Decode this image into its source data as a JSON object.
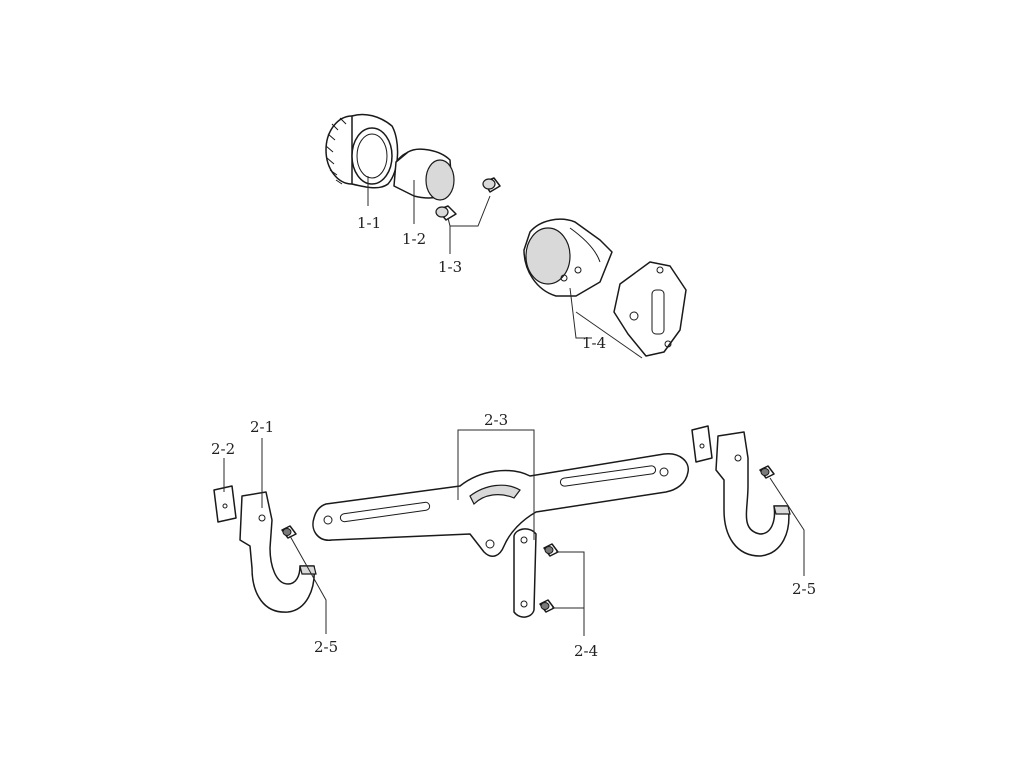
{
  "labels": {
    "l1_1": "1-1",
    "l1_2": "1-2",
    "l1_3": "1-3",
    "l1_4": "1-4",
    "l2_1": "2-1",
    "l2_2": "2-2",
    "l2_3": "2-3",
    "l2_4": "2-4",
    "l2_5_left": "2-5",
    "l2_5_right": "2-5"
  }
}
